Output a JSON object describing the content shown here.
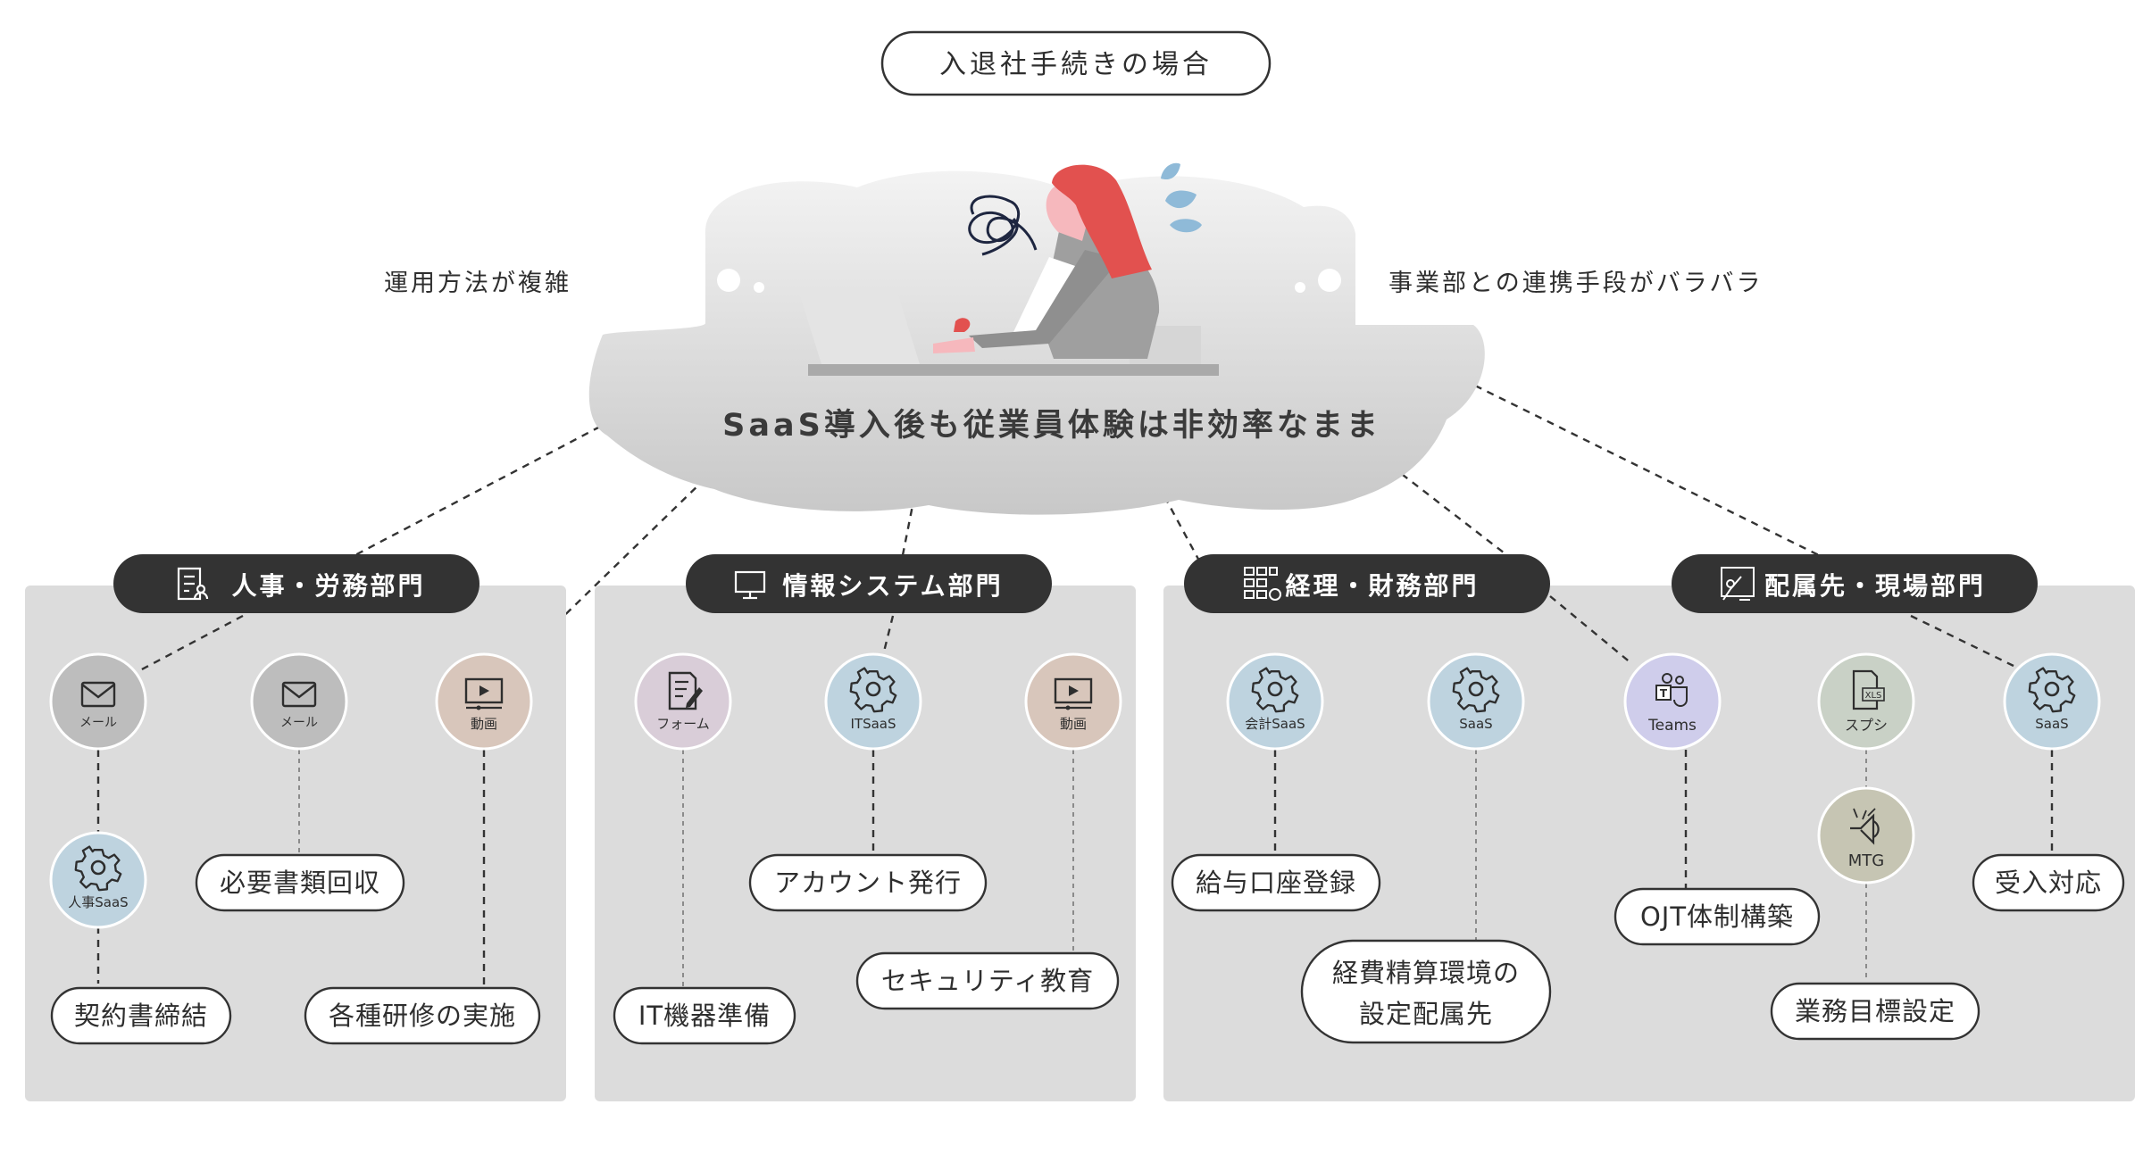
{
  "title": "入退社手続きの場合",
  "cloud": {
    "left_label": "運用方法が複雑",
    "right_label": "事業部との連携手段がバラバラ",
    "main_text": "SaaS導入後も従業員体験は非効率なまま"
  },
  "colors": {
    "pill_dark": "#333333",
    "panel_bg": "#dcdcdc",
    "icon_gray": "#bdbdbd",
    "icon_tan": "#d8c6bb",
    "icon_mauve": "#d9cdd8",
    "icon_blue": "#bed3df",
    "icon_lavender": "#cfcdeb",
    "icon_sage": "#c9d1c6",
    "icon_khaki": "#c6c5b3",
    "accent_red": "#e2514f",
    "accent_blue": "#8fbad8",
    "skin_pink": "#f6b8bd"
  },
  "departments": [
    {
      "label": "人事・労務部門",
      "icon": "clipboard-user-icon",
      "circles": [
        {
          "label": "メール",
          "icon": "mail-icon",
          "color": "#bdbdbd"
        },
        {
          "label": "メール",
          "icon": "mail-icon",
          "color": "#bdbdbd"
        },
        {
          "label": "動画",
          "icon": "video-icon",
          "color": "#d8c6bb"
        },
        {
          "label": "人事SaaS",
          "icon": "gear-icon",
          "color": "#bed3df"
        }
      ],
      "tasks": [
        "契約書締結",
        "必要書類回収",
        "各種研修の実施"
      ]
    },
    {
      "label": "情報システム部門",
      "icon": "monitor-icon",
      "circles": [
        {
          "label": "フォーム",
          "icon": "form-icon",
          "color": "#d9cdd8"
        },
        {
          "label": "ITSaaS",
          "icon": "gear-icon",
          "color": "#bed3df"
        },
        {
          "label": "動画",
          "icon": "video-icon",
          "color": "#d8c6bb"
        }
      ],
      "tasks": [
        "アカウント発行",
        "セキュリティ教育",
        "IT機器準備"
      ]
    },
    {
      "label": "経理・財務部門",
      "icon": "calculator-icon",
      "circles": [
        {
          "label": "会計SaaS",
          "icon": "gear-icon",
          "color": "#bed3df"
        },
        {
          "label": "SaaS",
          "icon": "gear-icon",
          "color": "#bed3df"
        }
      ],
      "tasks": [
        "給与口座登録",
        "経費精算環境の",
        "設定配属先"
      ]
    },
    {
      "label": "配属先・現場部門",
      "icon": "presentation-icon",
      "circles": [
        {
          "label": "Teams",
          "icon": "teams-icon",
          "color": "#cfcdeb"
        },
        {
          "label": "スプシ",
          "icon": "spreadsheet-icon",
          "color": "#c9d1c6"
        },
        {
          "label": "SaaS",
          "icon": "gear-icon",
          "color": "#bed3df"
        },
        {
          "label": "MTG",
          "icon": "megaphone-icon",
          "color": "#c6c5b3"
        }
      ],
      "tasks": [
        "OJT体制構築",
        "業務目標設定",
        "受入対応"
      ]
    }
  ]
}
